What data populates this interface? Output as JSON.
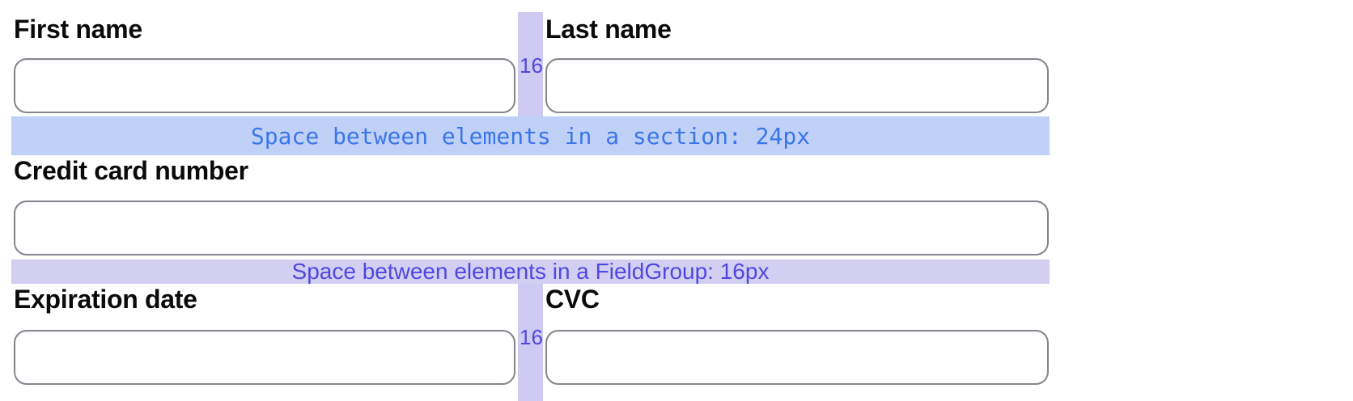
{
  "form": {
    "fields": {
      "first_name": {
        "label": "First name",
        "value": "",
        "placeholder": ""
      },
      "last_name": {
        "label": "Last name",
        "value": "",
        "placeholder": ""
      },
      "credit_card": {
        "label": "Credit card number",
        "value": "",
        "placeholder": ""
      },
      "expiration": {
        "label": "Expiration date",
        "value": "",
        "placeholder": ""
      },
      "cvc": {
        "label": "CVC",
        "value": "",
        "placeholder": ""
      }
    }
  },
  "annotations": {
    "section_spacer_text": "Space between elements in a section: 24px",
    "fieldgroup_spacer_text": "Space between elements in a FieldGroup: 16px",
    "horizontal_gap_top": "16",
    "horizontal_gap_bottom": "16"
  },
  "colors": {
    "section_band_bg": "#c0d1f8",
    "section_band_text": "#3b76e8",
    "fieldgroup_band_bg": "#d3cff3",
    "gap_band_bg": "#cfcaf1",
    "gap_text": "#4f48e0",
    "label_text": "#0a0a0c",
    "field_border": "#85858e"
  }
}
